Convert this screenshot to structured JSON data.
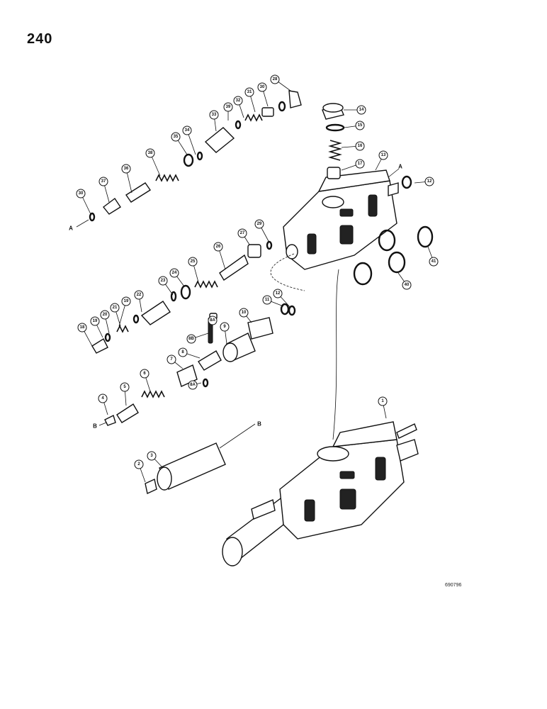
{
  "page_number": "240",
  "drawing_code": "690796",
  "reference_letters": {
    "a": "A",
    "b": "B"
  },
  "callouts": [
    {
      "id": "c1",
      "label": "1"
    },
    {
      "id": "c2",
      "label": "2"
    },
    {
      "id": "c3",
      "label": "3"
    },
    {
      "id": "c4",
      "label": "4"
    },
    {
      "id": "c5",
      "label": "5"
    },
    {
      "id": "c6",
      "label": "6"
    },
    {
      "id": "c7",
      "label": "7"
    },
    {
      "id": "c8",
      "label": "8"
    },
    {
      "id": "c8a1",
      "label": "8A"
    },
    {
      "id": "c8a2",
      "label": "8A"
    },
    {
      "id": "c8b",
      "label": "8B"
    },
    {
      "id": "c9",
      "label": "9"
    },
    {
      "id": "c10",
      "label": "10"
    },
    {
      "id": "c11",
      "label": "11"
    },
    {
      "id": "c12a",
      "label": "12"
    },
    {
      "id": "c12b",
      "label": "12"
    },
    {
      "id": "c13",
      "label": "13"
    },
    {
      "id": "c14",
      "label": "14"
    },
    {
      "id": "c15",
      "label": "15"
    },
    {
      "id": "c16",
      "label": "16"
    },
    {
      "id": "c17",
      "label": "17"
    },
    {
      "id": "c18",
      "label": "18"
    },
    {
      "id": "c19a",
      "label": "19"
    },
    {
      "id": "c19b",
      "label": "19"
    },
    {
      "id": "c20",
      "label": "20"
    },
    {
      "id": "c21",
      "label": "21"
    },
    {
      "id": "c22",
      "label": "22"
    },
    {
      "id": "c23",
      "label": "23"
    },
    {
      "id": "c24",
      "label": "24"
    },
    {
      "id": "c25",
      "label": "25"
    },
    {
      "id": "c26",
      "label": "26"
    },
    {
      "id": "c27",
      "label": "27"
    },
    {
      "id": "c28",
      "label": "28"
    },
    {
      "id": "c29",
      "label": "29"
    },
    {
      "id": "c30a",
      "label": "30"
    },
    {
      "id": "c30b",
      "label": "30"
    },
    {
      "id": "c31",
      "label": "31"
    },
    {
      "id": "c32",
      "label": "32"
    },
    {
      "id": "c33",
      "label": "33"
    },
    {
      "id": "c34",
      "label": "34"
    },
    {
      "id": "c35",
      "label": "35"
    },
    {
      "id": "c36",
      "label": "36"
    },
    {
      "id": "c37",
      "label": "37"
    },
    {
      "id": "c38",
      "label": "38"
    },
    {
      "id": "c39",
      "label": "39"
    },
    {
      "id": "c40",
      "label": "40"
    },
    {
      "id": "c41",
      "label": "41"
    }
  ]
}
